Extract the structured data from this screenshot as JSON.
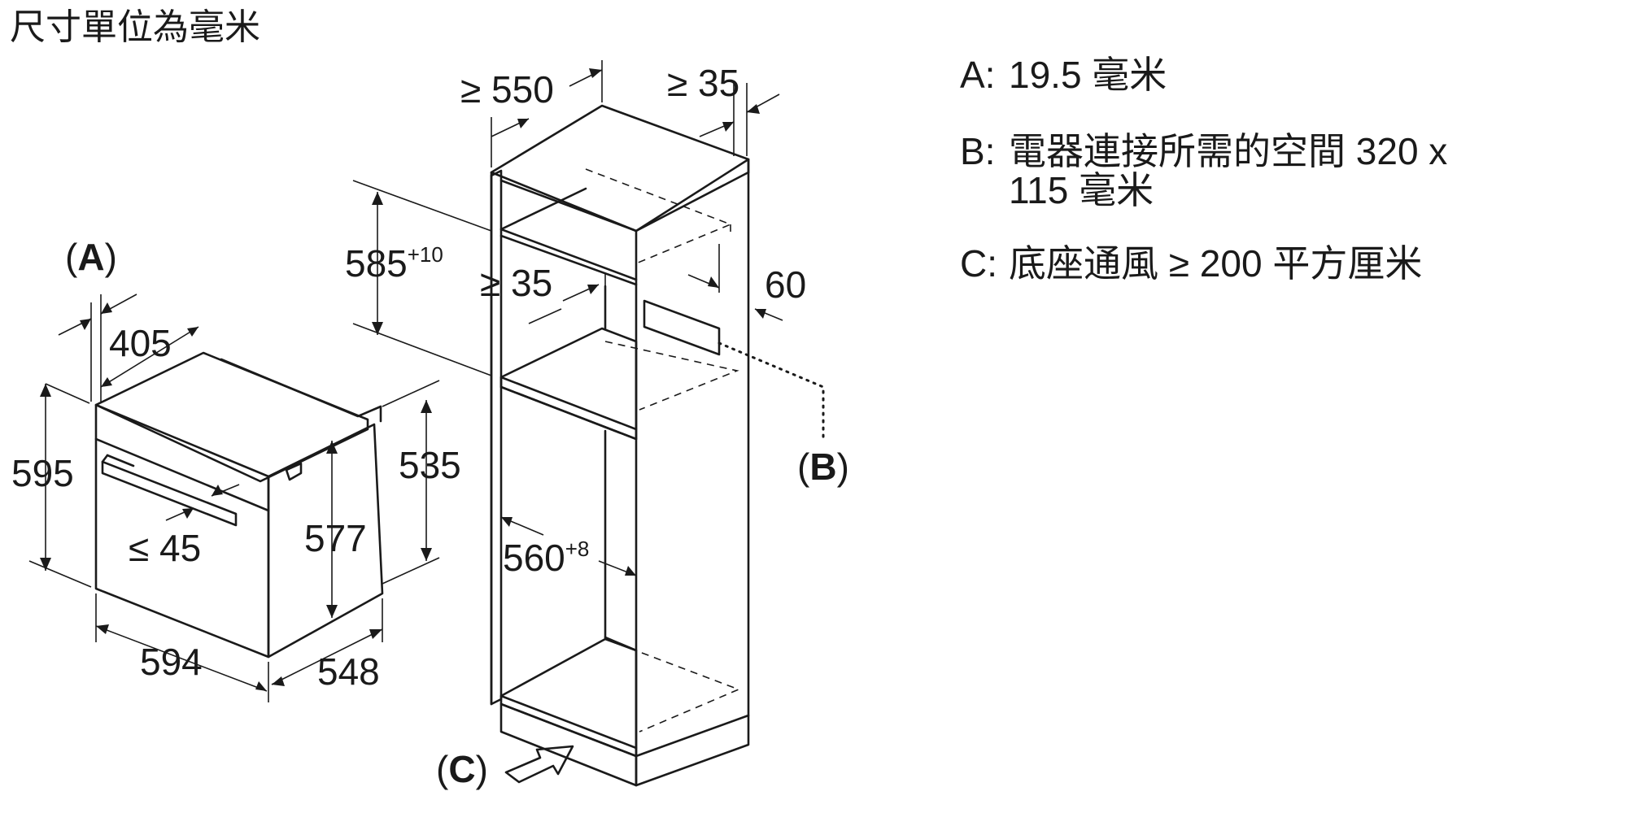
{
  "title": "尺寸單位為毫米",
  "dimensions": {
    "oven_depth_front_panel": "405",
    "oven_height": "595",
    "oven_width": "594",
    "oven_depth": "548",
    "oven_body_height": "577",
    "oven_body_depth": "535",
    "handle_projection": "≤ 45",
    "cabinet_depth_min": "≥ 550",
    "cabinet_side_gap_min": "≥ 35",
    "niche_height": "585",
    "niche_height_tol": "+10",
    "niche_back_gap_min": "≥ 35",
    "back_gap": "60",
    "niche_width": "560",
    "niche_width_tol": "+8"
  },
  "callouts": {
    "a": "A",
    "b": "B",
    "c": "C"
  },
  "notes": [
    {
      "key": "A:",
      "text": "19.5 毫米"
    },
    {
      "key": "B:",
      "text": "電器連接所需的空間 320 x 115 毫米"
    },
    {
      "key": "C:",
      "text": "底座通風 ≥ 200 平方厘米"
    }
  ]
}
